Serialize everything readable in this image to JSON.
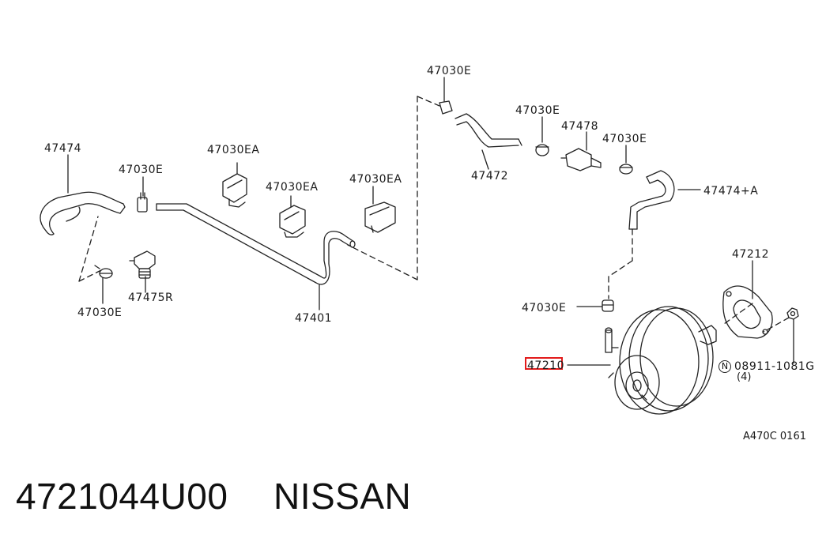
{
  "labels": {
    "l47474": "47474",
    "l47030e_left": "47030E",
    "l47030ea_1": "47030EA",
    "l47030ea_2": "47030EA",
    "l47030ea_3": "47030EA",
    "l47030e_top": "47030E",
    "l47030e_mid": "47030E",
    "l47478": "47478",
    "l47030e_right": "47030E",
    "l47472": "47472",
    "l47474a": "47474+A",
    "l47212": "47212",
    "l47030e_lower": "47030E",
    "l47210": "47210",
    "l08911": "08911-1081G",
    "l08911_qty": "(4)",
    "l08911_circle": "N",
    "l47475r": "47475R",
    "l47030e_bottom": "47030E",
    "l47401": "47401"
  },
  "diagram_code": "A470C 0161",
  "footer": {
    "part_number": "4721044U00",
    "brand": "NISSAN"
  },
  "colors": {
    "line": "#222222",
    "highlight": "#e21b1b"
  }
}
